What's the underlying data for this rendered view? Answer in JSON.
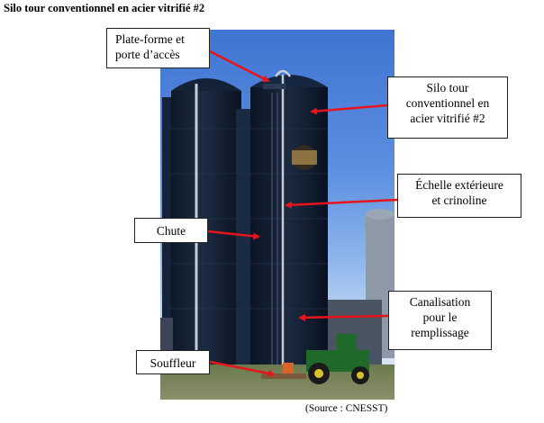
{
  "title": "Silo tour conventionnel en acier vitrifié #2",
  "source": "(Source : CNESST)",
  "accent_color": "#e8141c",
  "labels": {
    "platform": [
      "Plate-forme et",
      "porte d’accès"
    ],
    "silo": [
      "Silo tour",
      "conventionnel en",
      "acier vitrifié #2"
    ],
    "ladder": [
      "Échelle extérieure",
      "et crinoline"
    ],
    "chute": [
      "Chute"
    ],
    "pipe": [
      "Canalisation",
      "pour le",
      "remplissage"
    ],
    "blower": [
      "Souffleur"
    ]
  }
}
